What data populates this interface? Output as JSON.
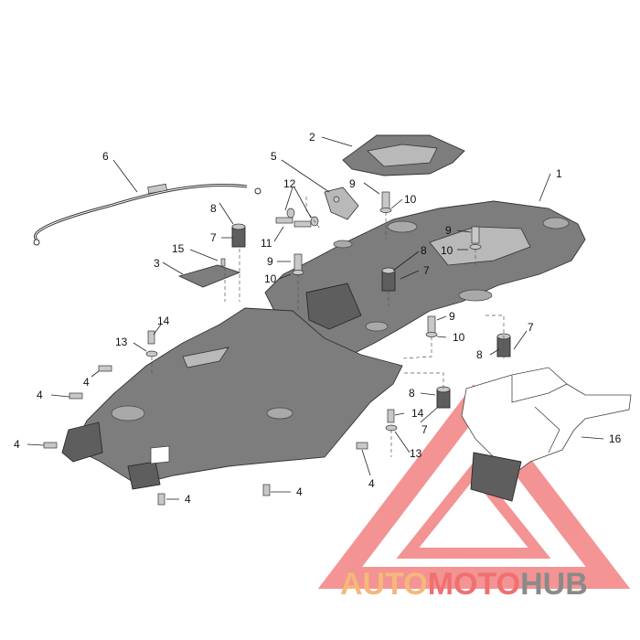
{
  "diagram": {
    "callouts": [
      "1",
      "2",
      "3",
      "4",
      "5",
      "6",
      "7",
      "8",
      "9",
      "10",
      "11",
      "12",
      "13",
      "14",
      "15",
      "16"
    ]
  },
  "watermark": {
    "part1": "AUTO",
    "part2": "MOTO",
    "part3": "HUB",
    "color_part1": "#f5b87a",
    "color_part2": "#f07070",
    "color_part3": "#8a8a8a",
    "triangle_color": "#f07070"
  }
}
